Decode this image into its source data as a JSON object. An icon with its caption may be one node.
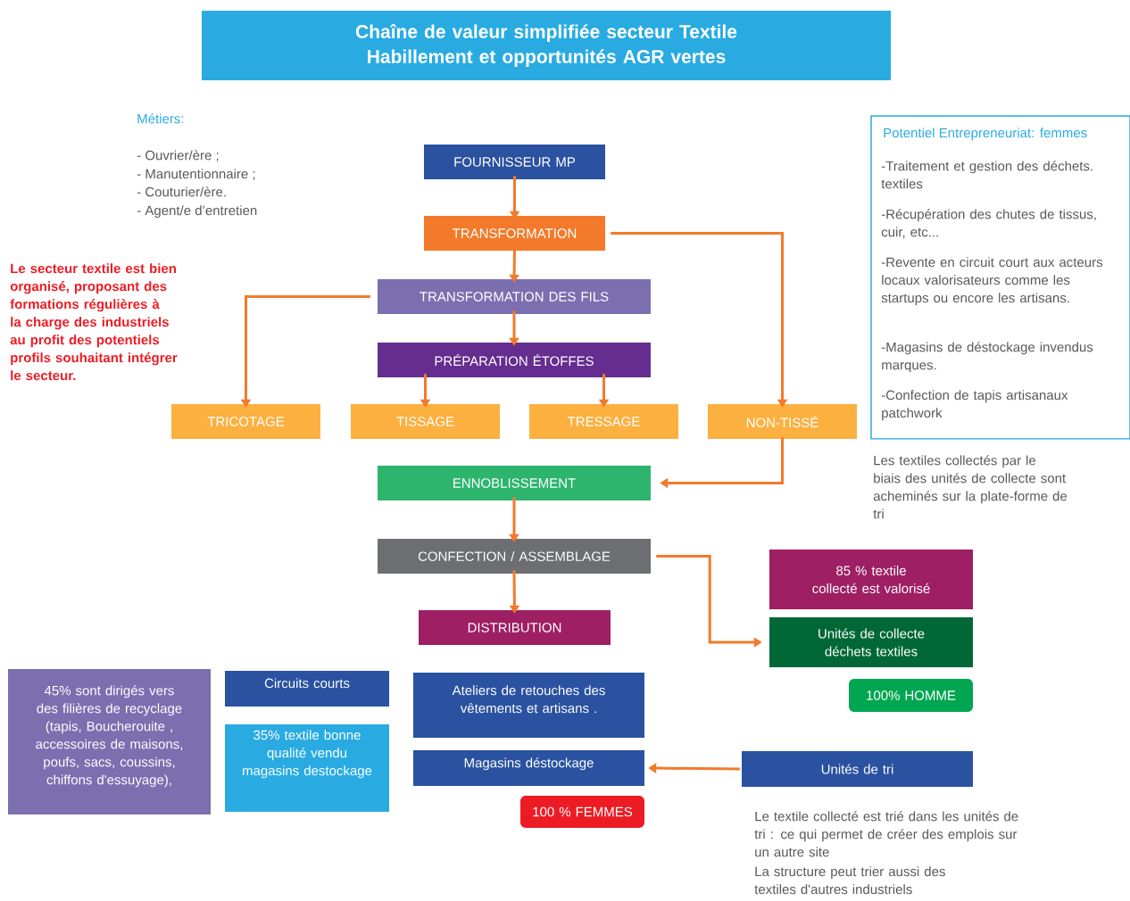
{
  "diagram": {
    "title": "Chaîne de valeur simplifiée secteur Textile Habillement et opportunités AGR vertes",
    "nodes": [
      {
        "text": [
          "FOURNISSEUR MP"
        ]
      },
      {
        "text": [
          "TRANSFORMATION"
        ]
      },
      {
        "text": [
          "TRANSFORMATION DES FILS"
        ]
      },
      {
        "text": [
          "PRÉPARATION ÉTOFFES"
        ]
      },
      {
        "text": [
          "TRICOTAGE"
        ]
      },
      {
        "text": [
          "TISSAGE"
        ]
      },
      {
        "text": [
          "TRESSAGE"
        ]
      },
      {
        "text": [
          "NON-TISSÉ"
        ]
      },
      {
        "text": [
          "ENNOBLISSEMENT"
        ]
      },
      {
        "text": [
          "CONFECTION / ASSEMBLAGE"
        ]
      },
      {
        "text": [
          "DISTRIBUTION"
        ]
      },
      {
        "text": [
          "Potentiel Entrepreneuriat: femmes",
          "-Traitement et gestion des déchets. textiles",
          "-Récupération des chutes de tissus, cuir, etc...",
          "-Revente  en circuit court aux acteurs locaux valorisateurs comme les startups ou encore les artisans.",
          "-Magasins de déstockage invendus marques.",
          "-Confection de tapis artisanaux patchwork"
        ]
      },
      {
        "text": [
          "85 % textile collecté est valorisé"
        ]
      },
      {
        "text": [
          "Unités de collecte déchets textiles"
        ]
      },
      {
        "text": [
          "100% HOMME"
        ]
      },
      {
        "text": [
          "45% sont dirigés vers des filières de recyclage (tapis, Boucherouite , accessoires de maisons, poufs, sacs,  coussins, chiffons d'essuyage),"
        ]
      },
      {
        "text": [
          "Circuits courts"
        ]
      },
      {
        "text": [
          "35%  textile bonne qualité vendu magasins destockage"
        ]
      },
      {
        "text": [
          "Ateliers de retouches des vêtements et artisans ."
        ]
      },
      {
        "text": [
          "Magasins déstockage"
        ]
      },
      {
        "text": [
          "100 % FEMMES"
        ]
      },
      {
        "text": [
          "Unités de tri"
        ]
      }
    ],
    "edges": [
      {
        "from": 0,
        "to": 1,
        "arrow": "to"
      },
      {
        "from": 1,
        "to": 2,
        "arrow": "to"
      },
      {
        "from": 1,
        "to": 7,
        "arrow": "to"
      },
      {
        "from": 2,
        "to": 3,
        "arrow": "to"
      },
      {
        "from": 2,
        "to": 4,
        "arrow": "to"
      },
      {
        "from": 3,
        "to": 5,
        "arrow": "to"
      },
      {
        "from": 3,
        "to": 6,
        "arrow": "to"
      },
      {
        "from": 7,
        "to": 8,
        "arrow": "to"
      },
      {
        "from": 8,
        "to": 9,
        "arrow": "to"
      },
      {
        "from": 9,
        "to": 10,
        "arrow": "to"
      },
      {
        "from": 9,
        "to": 13,
        "arrow": "to"
      },
      {
        "from": 21,
        "to": 19,
        "arrow": "to"
      }
    ],
    "labels": [
      "Métiers:",
      "- Ouvrier/ère ;",
      "- Manutentionnaire ;",
      "- Couturier/ère.",
      "- Agent/e d’entretien",
      "Le secteur textile est bien organisé, proposant des formations régulières à la charge des industriels au profit des potentiels profils souhaitant intégrer le secteur.",
      "Les textiles collectés par le biais des  unités de collecte sont acheminés sur la plate-forme de tri",
      "Le textile collecté est trié  dans les unités de tri : ce qui permet de créer des emplois sur un autre site",
      "La structure  peut  trier  aussi des textiles d'autres industriels"
    ]
  }
}
